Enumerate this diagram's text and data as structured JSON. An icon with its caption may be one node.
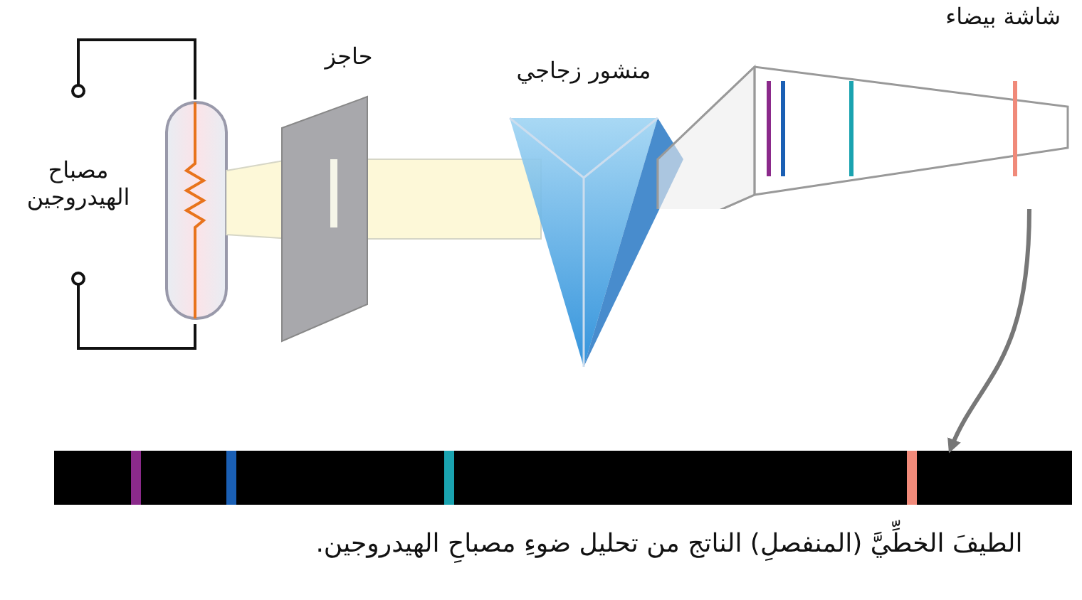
{
  "diagram": {
    "caption": "الطيفَ الخطِّيَّ (المنفصلِ) الناتج من تحليل ضوءِ مصباحِ الهيدروجين.",
    "nodes": [
      {
        "text": [
          "شاشة بيضاء"
        ]
      },
      {
        "text": [],
        "shape": "bar"
      }
    ],
    "edges": [
      {
        "from": 0,
        "to": 1,
        "arrow": "to"
      }
    ],
    "labels": [
      "مصباح الهيدروجين",
      "حاجز",
      "منشور زجاجي"
    ]
  }
}
